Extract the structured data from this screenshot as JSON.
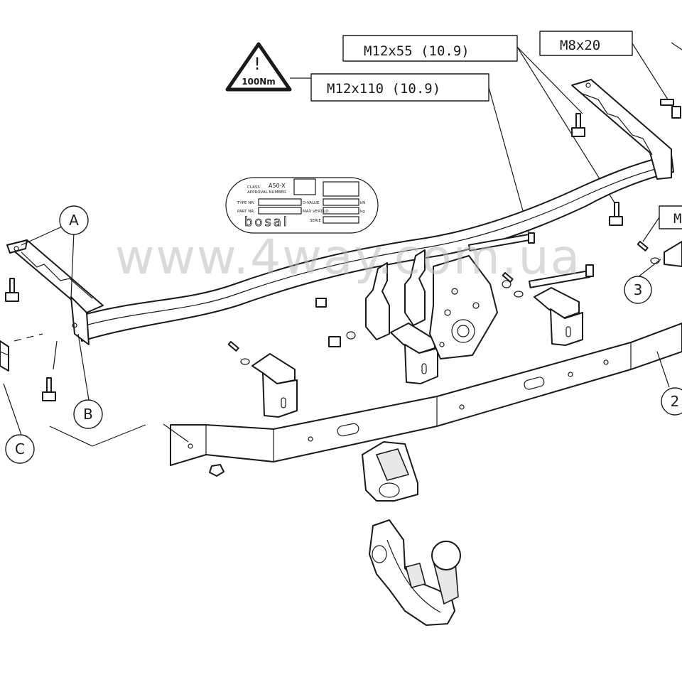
{
  "warning": {
    "torque": "100Nm",
    "symbol": "!"
  },
  "callouts": {
    "bolt_m12x110": "M12x110 (10.9)",
    "bolt_m12x55": "M12x55 (10.9)",
    "bolt_m8x20": "M8x20",
    "cut_label": "M"
  },
  "markers": {
    "a": "A",
    "b": "B",
    "c": "C",
    "n2": "2",
    "n3": "3"
  },
  "plate": {
    "class_label": "CLASS",
    "class_value": "A50-X",
    "approval_label": "APPROVAL NUMBER",
    "type_label": "TYPE NR.",
    "part_label": "PART NR.",
    "dvalue_label": "D-VALUE",
    "dvalue_unit": "kN",
    "mass_label": "MAX.VERT.LD.",
    "mass_unit": "kg",
    "serie_label": "SERIE",
    "brand": "bosal"
  },
  "watermark": "www.4way.com.ua"
}
